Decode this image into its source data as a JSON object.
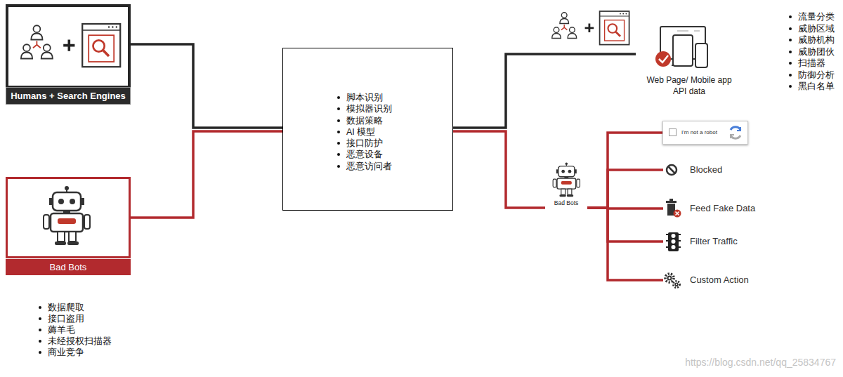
{
  "diagram": {
    "nodes": [
      {
        "text": [
          "Humans + Search Engines"
        ]
      },
      {
        "text": [
          "Bad Bots"
        ]
      },
      {
        "text": [
          "脚本识别",
          "模拟器识别",
          "数据策略",
          "AI 模型",
          "接口防护",
          "恶意设备",
          "恶意访问者"
        ]
      },
      {
        "text": [
          "Web Page/ Mobile app API data"
        ]
      },
      {
        "text": [
          "I'm not a robot"
        ]
      },
      {
        "text": [
          "Blocked"
        ]
      },
      {
        "text": [
          "Feed Fake Data"
        ]
      },
      {
        "text": [
          "Filter Traffic"
        ]
      },
      {
        "text": [
          "Custom Action"
        ]
      },
      {
        "text": [
          "Bad Bots"
        ]
      }
    ],
    "edges": [
      {
        "from": 0,
        "to": 2,
        "arrow": "none"
      },
      {
        "from": 1,
        "to": 2,
        "arrow": "none"
      },
      {
        "from": 2,
        "to": 3,
        "arrow": "none"
      },
      {
        "from": 2,
        "to": 9,
        "arrow": "none"
      },
      {
        "from": 9,
        "to": 4,
        "arrow": "none"
      },
      {
        "from": 9,
        "to": 5,
        "arrow": "none"
      },
      {
        "from": 9,
        "to": 6,
        "arrow": "none"
      },
      {
        "from": 9,
        "to": 7,
        "arrow": "none"
      },
      {
        "from": 9,
        "to": 8,
        "arrow": "none"
      }
    ],
    "labels": [
      "数据爬取",
      "接口盗用",
      "薅羊毛",
      "未经授权扫描器",
      "商业竞争",
      "流量分类",
      "威胁区域",
      "威胁机构",
      "威胁团伙",
      "扫描器",
      "防御分析",
      "黑白名单",
      "https://blog.csdn.net/qq_25834767"
    ]
  }
}
